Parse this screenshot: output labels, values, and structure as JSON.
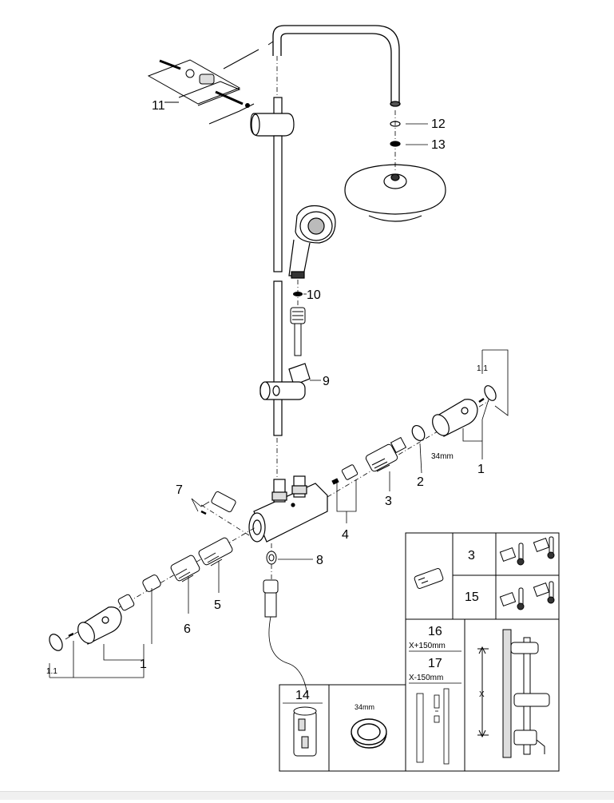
{
  "callouts": {
    "c1_top": "1",
    "c1_1_top": "1.1",
    "c2": "2",
    "c34mm_top": "34mm",
    "c3": "3",
    "c4": "4",
    "c5": "5",
    "c6": "6",
    "c7": "7",
    "c8": "8",
    "c9": "9",
    "c10": "10",
    "c11": "11",
    "c12": "12",
    "c13": "13",
    "c1_bottom": "1",
    "c1_1_bottom": "1.1"
  },
  "table": {
    "row1_num": "3",
    "row2_num": "15",
    "r16_num": "16",
    "r16_sub": "X+150mm",
    "r17_num": "17",
    "r17_sub": "X-150mm",
    "x_label": "X",
    "t14_num": "14",
    "t14_size": "34mm"
  }
}
